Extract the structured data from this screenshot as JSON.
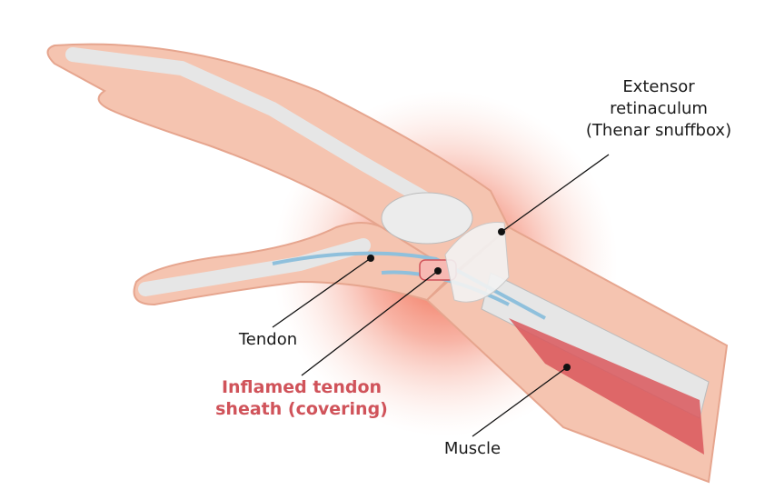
{
  "labels": {
    "retinaculum_line1": "Extensor",
    "retinaculum_line2": "retinaculum",
    "retinaculum_line3": "(Thenar snuffbox)",
    "tendon": "Tendon",
    "sheath_line1": "Inflamed tendon",
    "sheath_line2": "sheath (covering)",
    "muscle": "Muscle"
  },
  "colors": {
    "skin": "#f5c4b0",
    "bone": "#e6e6e6",
    "tendon": "#8fc0dc",
    "inflammation": "#ef5a3c",
    "muscle": "#d9575c",
    "highlight_label": "#d0535a"
  }
}
